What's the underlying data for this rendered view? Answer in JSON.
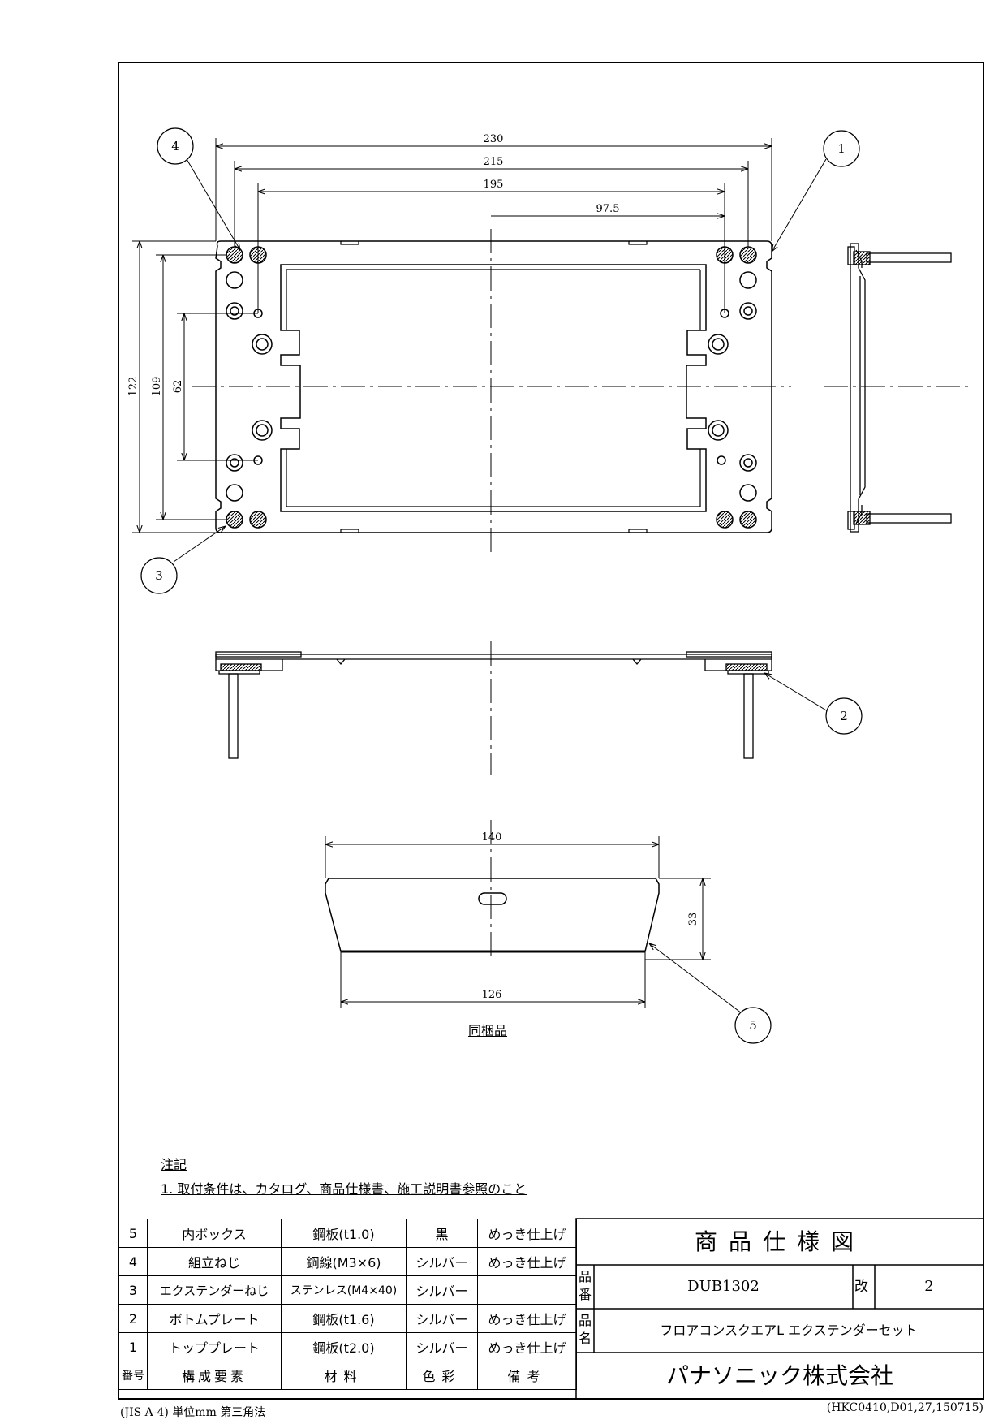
{
  "dimensions": {
    "top_230": "230",
    "top_215": "215",
    "top_195": "195",
    "top_97_5": "97.5",
    "left_122": "122",
    "left_109": "109",
    "left_62": "62",
    "box_140": "140",
    "box_126": "126",
    "box_33": "33"
  },
  "balloons": [
    "1",
    "2",
    "3",
    "4",
    "5"
  ],
  "accessory_label": "同梱品",
  "notes": {
    "title": "注記",
    "line1": "1. 取付条件は、カタログ、商品仕様書、施工説明書参照のこと"
  },
  "parts_list": {
    "rows": [
      {
        "no": "5",
        "name": "内ボックス",
        "material": "鋼板(t1.0)",
        "color": "黒",
        "remarks": "めっき仕上げ"
      },
      {
        "no": "4",
        "name": "組立ねじ",
        "material": "鋼線(M3×6)",
        "color": "シルバー",
        "remarks": "めっき仕上げ"
      },
      {
        "no": "3",
        "name": "エクステンダーねじ",
        "material": "ステンレス(M4×40)",
        "color": "シルバー",
        "remarks": ""
      },
      {
        "no": "2",
        "name": "ボトムプレート",
        "material": "鋼板(t1.6)",
        "color": "シルバー",
        "remarks": "めっき仕上げ"
      },
      {
        "no": "1",
        "name": "トッププレート",
        "material": "鋼板(t2.0)",
        "color": "シルバー",
        "remarks": "めっき仕上げ"
      }
    ],
    "header": {
      "no": "番号",
      "name": "構成要素",
      "material": "材料",
      "color": "色彩",
      "remarks": "備考"
    }
  },
  "title_block": {
    "heading": "商品仕様図",
    "part_no_label": "品番",
    "part_no": "DUB1302",
    "rev_label": "改",
    "rev": "2",
    "product_name_label": "品名",
    "product_name": "フロアコンスクエアL エクステンダーセット",
    "company": "パナソニック株式会社"
  },
  "footer": {
    "left": "(JIS A-4) 単位mm 第三角法",
    "right": "(HKC0410,D01,27,150715)"
  }
}
